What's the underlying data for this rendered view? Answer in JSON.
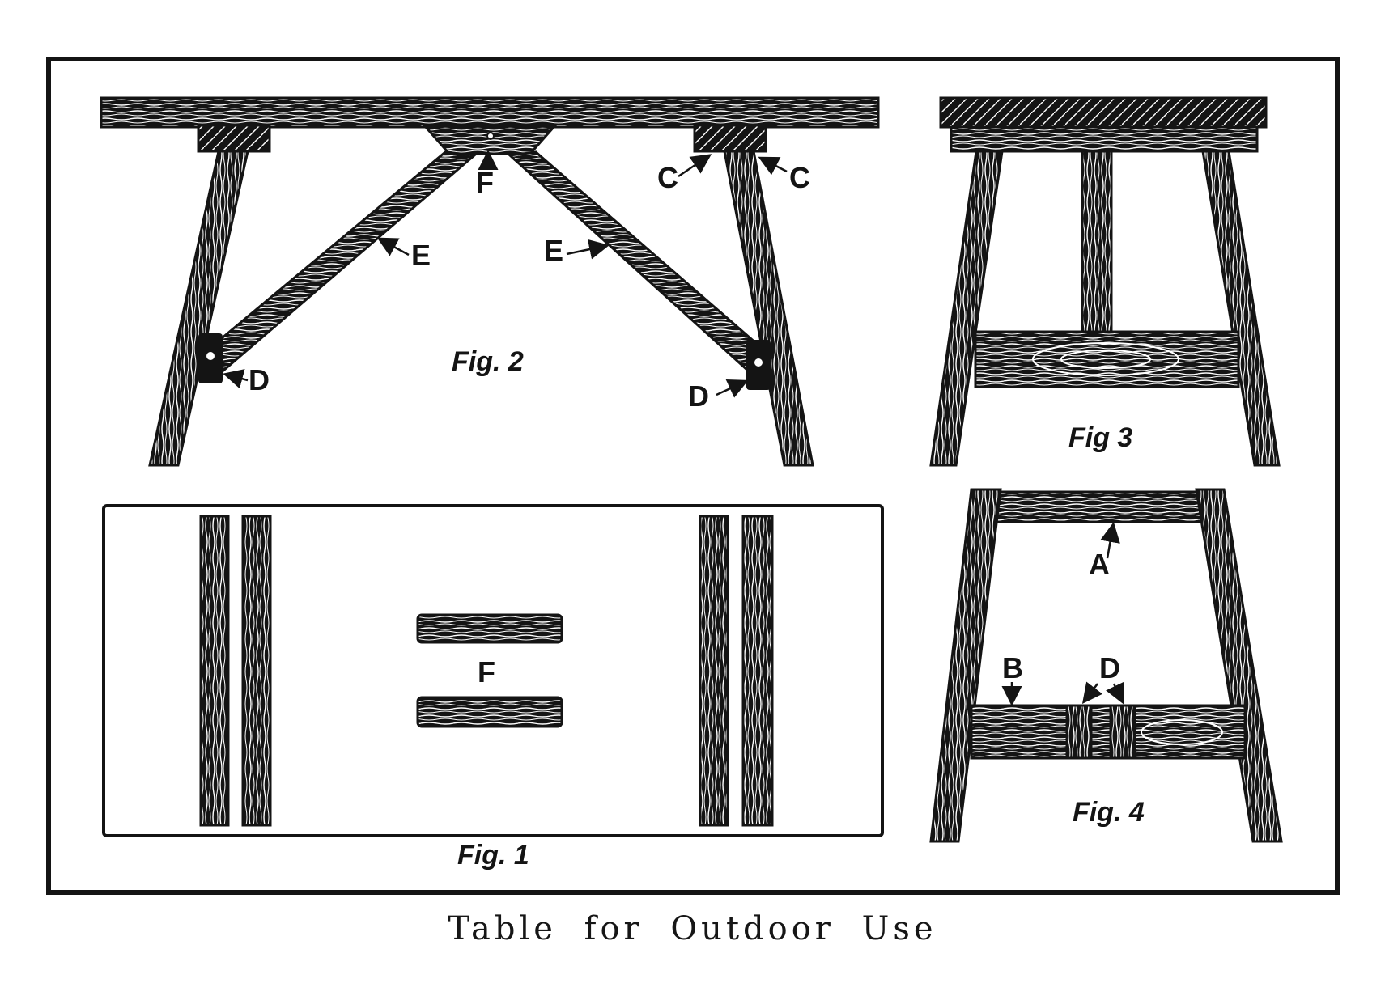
{
  "caption": "Table for Outdoor Use",
  "figures": {
    "fig1": {
      "label": "Fig. 1",
      "letters": [
        "F"
      ]
    },
    "fig2": {
      "label": "Fig. 2",
      "letters": [
        "F",
        "C",
        "C",
        "E",
        "E",
        "D",
        "D"
      ]
    },
    "fig3": {
      "label": "Fig 3"
    },
    "fig4": {
      "label": "Fig. 4",
      "letters": [
        "A",
        "B",
        "D"
      ]
    }
  },
  "colors": {
    "ink": "#141414",
    "wood_grain": "#ffffff",
    "paper": "#ffffff"
  }
}
